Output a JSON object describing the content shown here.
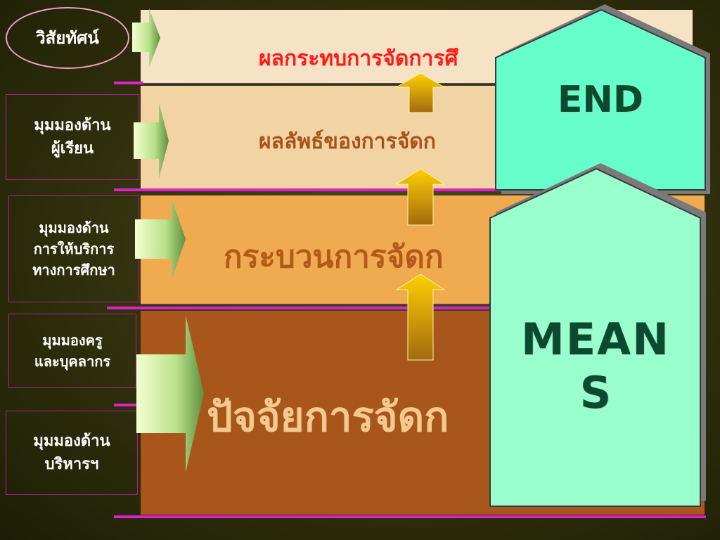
{
  "levels": {
    "impact": "ผลกระทบการจัดการศึ",
    "outcome": "ผลลัพธ์ของการจัดก",
    "process": "กระบวนการจัดก",
    "input": "ปัจจัยการจัดก"
  },
  "perspectives": {
    "vision": "วิสัยทัศน์",
    "learner_1": "มุมมองด้าน",
    "learner_2": "ผู้เรียน",
    "service_1": "มุมมองด้าน",
    "service_2": "การให้บริการ",
    "service_3": "ทางการศึกษา",
    "staff_1": "มุมมองครู",
    "staff_2": "และบุคลากร",
    "admin_1": "มุมมองด้าน",
    "admin_2": "บริหารฯ"
  },
  "markers": {
    "end": "END",
    "means_1": "MEAN",
    "means_2": "S"
  },
  "colors": {
    "band_impact": "#f6e2c4",
    "band_outcome": "#f2d4a4",
    "band_process": "#f0aa50",
    "band_input": "#a9561c",
    "end_house": "#66ffcc",
    "means_house": "#99ffcc",
    "pink_rule": "#e020c8"
  }
}
